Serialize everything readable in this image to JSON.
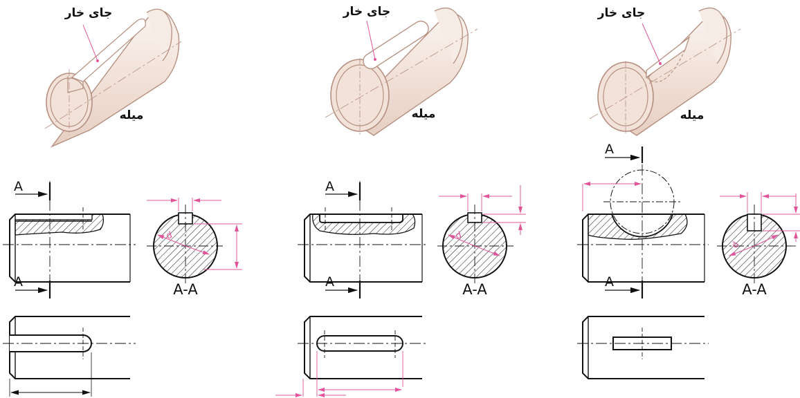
{
  "labels": {
    "keyway": "جای خار",
    "shaft": "میله",
    "section": "A-A",
    "cut_plane": "A",
    "dim_d": "d"
  },
  "colors": {
    "line": "#111111",
    "dimension": "#e0559a",
    "leader": "#e0559a",
    "shaft_fill": "#f3e6df",
    "shaft_edge": "#b58f7f",
    "hatch": "#222222"
  },
  "variants": [
    {
      "id": "open-ended-keyway",
      "iso_keyway": "جای خار",
      "iso_shaft": "میله",
      "section": "A-A"
    },
    {
      "id": "closed-rounded-keyway",
      "iso_keyway": "جای خار",
      "iso_shaft": "میله",
      "section": "A-A"
    },
    {
      "id": "woodruff-keyway",
      "iso_keyway": "جای خار",
      "iso_shaft": "میله",
      "section": "A-A"
    }
  ]
}
